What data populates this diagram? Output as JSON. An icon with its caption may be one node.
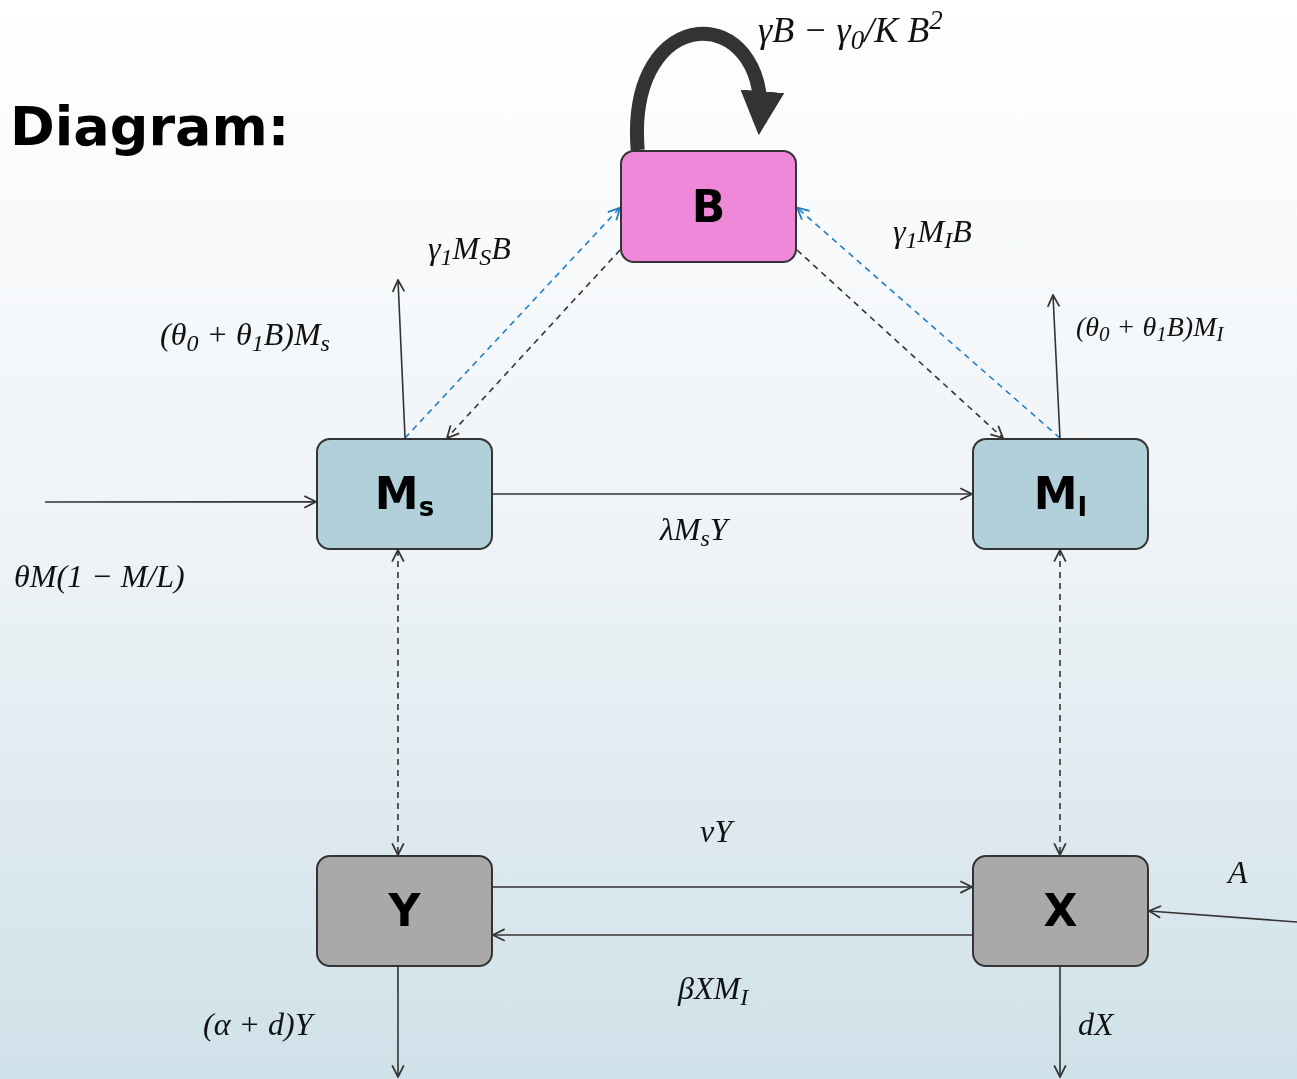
{
  "diagram": {
    "title": "Diagram:",
    "nodes": [
      {
        "text": [
          "B"
        ]
      },
      {
        "text": [
          "M$_{s}$"
        ]
      },
      {
        "text": [
          "M$_{I}$"
        ]
      },
      {
        "text": [
          "Y"
        ]
      },
      {
        "text": [
          "X"
        ]
      }
    ],
    "edges": [
      {
        "from": 0,
        "to": 0,
        "arrow": "to",
        "style": "thick",
        "label": "γB − γ$_{0}$/K B$^{2}$"
      },
      {
        "from": 1,
        "to": 0,
        "arrow": "to",
        "style": "dashed",
        "color": "#1e7fc8",
        "label": "γ$_{1}$M$_{S}$B"
      },
      {
        "from": 0,
        "to": 1,
        "arrow": "to",
        "style": "dashed"
      },
      {
        "from": 2,
        "to": 0,
        "arrow": "to",
        "style": "dashed",
        "color": "#1e7fc8",
        "label": "γ$_{1}$M$_{I}$B"
      },
      {
        "from": 0,
        "to": 2,
        "arrow": "to",
        "style": "dashed"
      },
      {
        "from": 1,
        "to": null,
        "arrow": "to",
        "label": "(θ$_{0}$ + θ$_{1}$B)M$_{s}$"
      },
      {
        "from": 2,
        "to": null,
        "arrow": "to",
        "label": "(θ$_{0}$ + θ$_{1}$B)M$_{I}$"
      },
      {
        "from": null,
        "to": 1,
        "arrow": "to",
        "label": "θM(1 − M/L)"
      },
      {
        "from": 1,
        "to": 2,
        "arrow": "to",
        "label": "λM$_{s}$Y"
      },
      {
        "from": 1,
        "to": 3,
        "arrow": "both",
        "style": "dashed"
      },
      {
        "from": 2,
        "to": 4,
        "arrow": "both",
        "style": "dashed"
      },
      {
        "from": 3,
        "to": 4,
        "arrow": "to",
        "label": "νY"
      },
      {
        "from": 4,
        "to": 3,
        "arrow": "to",
        "label": "βXM$_{I}$"
      },
      {
        "from": null,
        "to": 4,
        "arrow": "to",
        "label": "A"
      },
      {
        "from": 3,
        "to": null,
        "arrow": "to",
        "label": "(α + d)Y"
      },
      {
        "from": 4,
        "to": null,
        "arrow": "to",
        "label": "dX"
      }
    ]
  }
}
